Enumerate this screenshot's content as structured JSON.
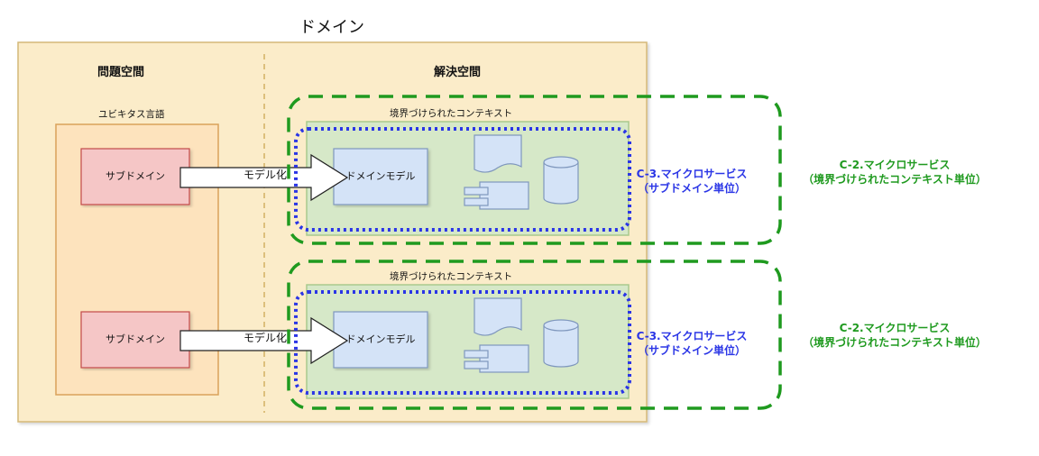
{
  "domain_title": "ドメイン",
  "problem_space": {
    "title": "問題空間",
    "language_label": "ユビキタス言語",
    "subdomains": [
      "サブドメイン",
      "サブドメイン"
    ],
    "arrow_labels": [
      "モデル化",
      "モデル化"
    ]
  },
  "solution_space": {
    "title": "解決空間",
    "contexts": [
      {
        "label": "境界づけられたコンテキスト",
        "model_label": "ドメインモデル",
        "blue_note_line1": "C-3.マイクロサービス",
        "blue_note_line2": "（サブドメイン単位）",
        "green_note_line1": "C-2.マイクロサービス",
        "green_note_line2": "（境界づけられたコンテキスト単位）"
      },
      {
        "label": "境界づけられたコンテキスト",
        "model_label": "ドメインモデル",
        "blue_note_line1": "C-3.マイクロサービス",
        "blue_note_line2": "（サブドメイン単位）",
        "green_note_line1": "C-2.マイクロサービス",
        "green_note_line2": "（境界づけられたコンテキスト単位）"
      }
    ]
  },
  "colors": {
    "domain_fill": "#fbecc9",
    "domain_stroke": "#d4b878",
    "language_fill": "#fde3bd",
    "language_stroke": "#d9a25a",
    "subdomain_fill": "#f5c6c6",
    "subdomain_stroke": "#c24a4a",
    "context_fill": "#d6e8c8",
    "context_stroke": "#a9c98d",
    "model_fill": "#d4e3f7",
    "model_stroke": "#7f97bd",
    "blue_dotted": "#2a35e6",
    "green_dashed": "#1f9a1f"
  }
}
